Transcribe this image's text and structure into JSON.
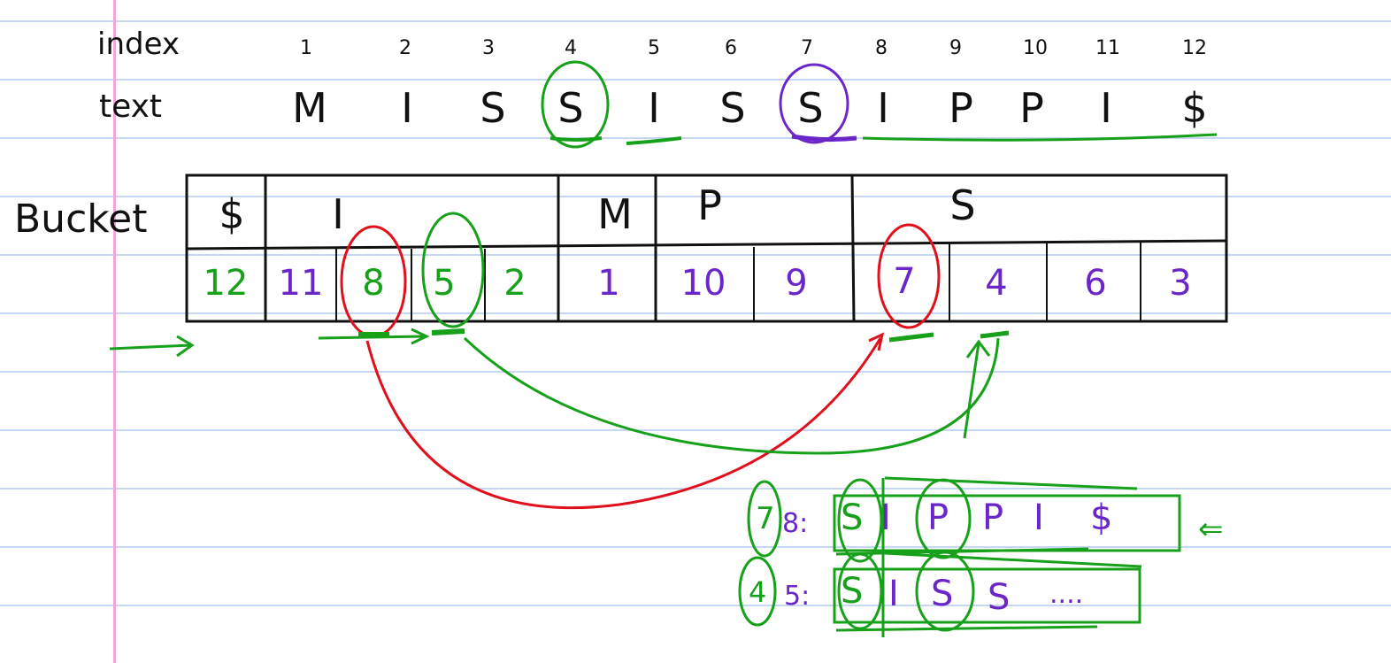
{
  "rows": {
    "index_label": "index",
    "text_label": "text",
    "bucket_label": "Bucket"
  },
  "indices": [
    "1",
    "2",
    "3",
    "4",
    "5",
    "6",
    "7",
    "8",
    "9",
    "10",
    "11",
    "12"
  ],
  "text_chars": [
    "M",
    "I",
    "S",
    "S",
    "I",
    "S",
    "S",
    "I",
    "P",
    "P",
    "I",
    "$"
  ],
  "bucket_heads": [
    "$",
    "I",
    "M",
    "P",
    "S"
  ],
  "bucket_cells": [
    {
      "value": "12",
      "color": "green"
    },
    {
      "value": "11",
      "color": "purple"
    },
    {
      "value": "8",
      "color": "green"
    },
    {
      "value": "5",
      "color": "green"
    },
    {
      "value": "2",
      "color": "green"
    },
    {
      "value": "1",
      "color": "purple"
    },
    {
      "value": "10",
      "color": "purple"
    },
    {
      "value": "9",
      "color": "purple"
    },
    {
      "value": "7",
      "color": "purple"
    },
    {
      "value": "4",
      "color": "purple"
    },
    {
      "value": "6",
      "color": "purple"
    },
    {
      "value": "3",
      "color": "purple"
    }
  ],
  "suffix_rows": [
    {
      "circled": "7",
      "prefix": "8:",
      "chars": [
        "S",
        "I",
        "P",
        "P",
        "I",
        "$"
      ]
    },
    {
      "circled": "4",
      "prefix": "5:",
      "chars": [
        "S",
        "I",
        "S",
        "S",
        "...."
      ]
    }
  ],
  "arrow_glyph": "⇐",
  "colors": {
    "green": "#17a01a",
    "purple": "#6a26c9",
    "red": "#e0101c",
    "ink": "#111111",
    "rule": "#c5d7f2",
    "margin": "#f0a6d6"
  }
}
